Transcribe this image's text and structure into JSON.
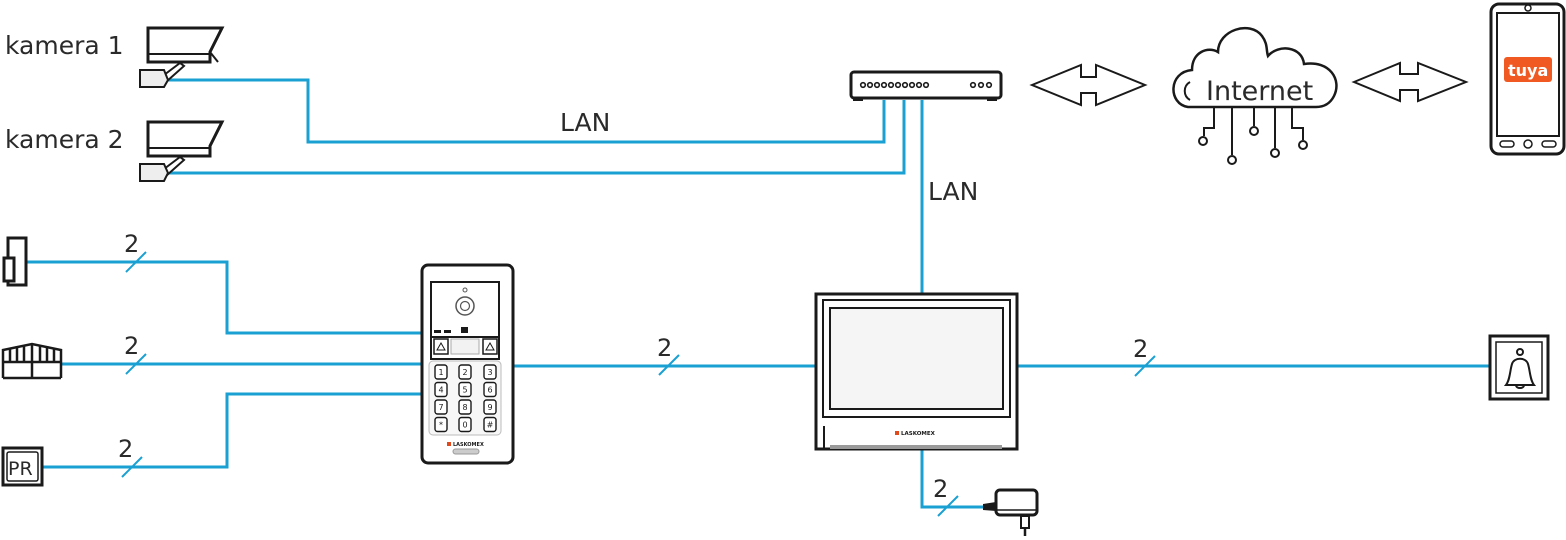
{
  "diagram": {
    "title": "Video intercom system wiring diagram",
    "colors": {
      "wire": "#1aa0d2",
      "outline": "#1a1a1a",
      "text": "#2a2a2a",
      "brand_accent": "#e04a1c",
      "tuya_orange": "#f05a22"
    },
    "devices": {
      "camera_1": {
        "label": "kamera 1",
        "icon": "cctv-camera-icon"
      },
      "camera_2": {
        "label": "kamera 2",
        "icon": "cctv-camera-icon"
      },
      "switch": {
        "icon": "network-switch-icon"
      },
      "internet": {
        "label": "Internet",
        "icon": "cloud-icon"
      },
      "phone": {
        "app_label": "tuya",
        "icon": "smartphone-icon"
      },
      "door_lock": {
        "icon": "electric-strike-icon"
      },
      "gate": {
        "icon": "gate-icon"
      },
      "exit_button": {
        "label": "PR",
        "icon": "exit-button-icon"
      },
      "outdoor_panel": {
        "icon": "outdoor-station-icon",
        "brand": "LASKOMEX",
        "keys": [
          "1",
          "2",
          "3",
          "4",
          "5",
          "6",
          "7",
          "8",
          "9",
          "*",
          "0",
          "#"
        ]
      },
      "monitor": {
        "icon": "indoor-monitor-icon",
        "brand": "LASKOMEX"
      },
      "bell": {
        "icon": "bell-icon"
      },
      "power_supply": {
        "icon": "power-adapter-icon"
      }
    },
    "connections": [
      {
        "from": "camera_1",
        "to": "switch",
        "label": "LAN"
      },
      {
        "from": "camera_2",
        "to": "switch",
        "label": ""
      },
      {
        "from": "switch",
        "to": "monitor",
        "label": "LAN"
      },
      {
        "from": "door_lock",
        "to": "outdoor_panel",
        "wires": "2"
      },
      {
        "from": "gate",
        "to": "outdoor_panel",
        "wires": "2"
      },
      {
        "from": "exit_button",
        "to": "outdoor_panel",
        "wires": "2"
      },
      {
        "from": "outdoor_panel",
        "to": "monitor",
        "wires": "2"
      },
      {
        "from": "monitor",
        "to": "bell",
        "wires": "2"
      },
      {
        "from": "monitor",
        "to": "power_supply",
        "wires": "2"
      }
    ],
    "arrows": [
      {
        "between": [
          "switch",
          "internet"
        ],
        "type": "bidirectional"
      },
      {
        "between": [
          "internet",
          "phone"
        ],
        "type": "bidirectional"
      }
    ]
  }
}
